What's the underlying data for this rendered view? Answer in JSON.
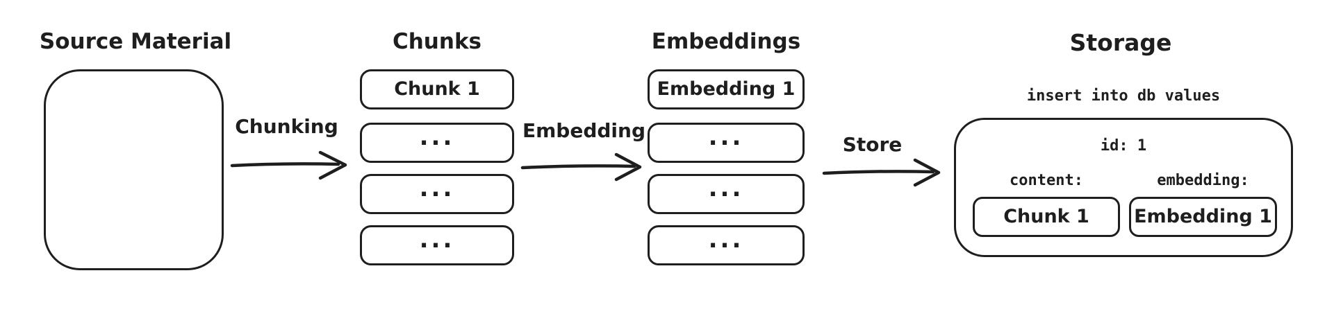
{
  "diagram": {
    "source": {
      "title": "Source Material"
    },
    "chunking_arrow": {
      "label": "Chunking"
    },
    "chunks": {
      "title": "Chunks",
      "items": [
        "Chunk 1",
        "...",
        "...",
        "..."
      ]
    },
    "embedding_arrow": {
      "label": "Embedding"
    },
    "embeddings": {
      "title": "Embeddings",
      "items": [
        "Embedding 1",
        "...",
        "...",
        "..."
      ]
    },
    "store_arrow": {
      "label": "Store"
    },
    "storage": {
      "title": "Storage",
      "code_line": "insert into db values",
      "record": {
        "id_line": "id: 1",
        "content_label": "content:",
        "content_value": "Chunk 1",
        "embedding_label": "embedding:",
        "embedding_value": "Embedding 1"
      }
    },
    "colors": {
      "stroke": "#1e1e1e",
      "background": "#ffffff"
    }
  }
}
